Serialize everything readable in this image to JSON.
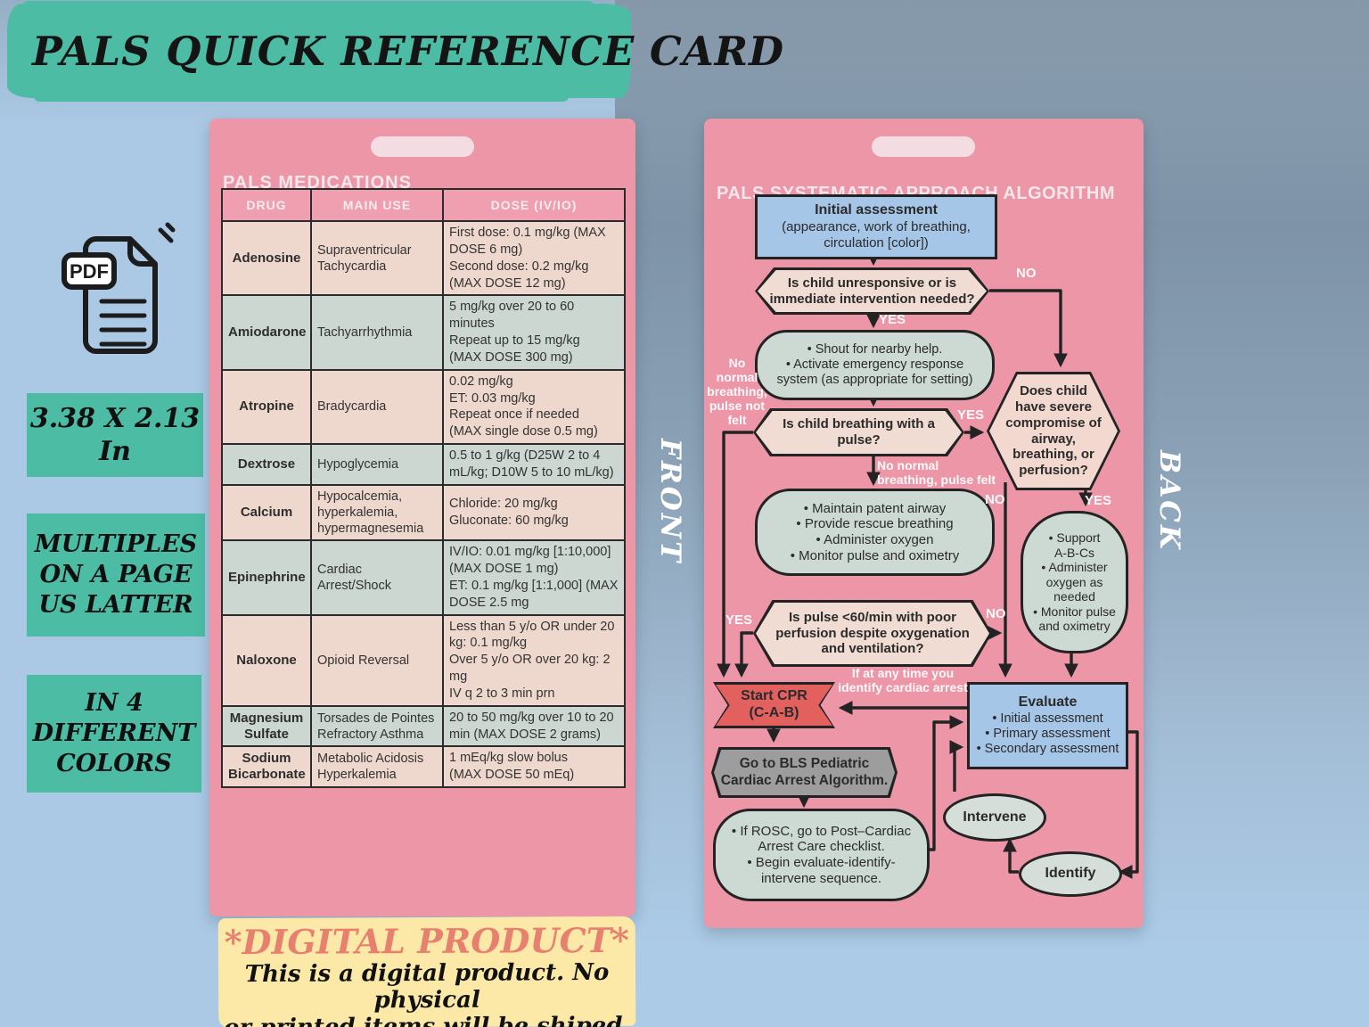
{
  "banner": {
    "title": "PALS QUICK REFERENCE CARD"
  },
  "sidebar": {
    "pdf_badge": "PDF",
    "size_label": "3.38 X 2.13 In",
    "multiples_label": "MULTIPLES\nON A PAGE\nUS LATTER",
    "colors_label": "IN 4\nDIFFERENT\nCOLORS"
  },
  "front_card": {
    "side_label": "FRONT",
    "title": "PALS MEDICATIONS",
    "table": {
      "headers": [
        "DRUG",
        "MAIN USE",
        "DOSE (IV/IO)"
      ],
      "rows": [
        {
          "drug": "Adenosine",
          "use": "Supraventricular Tachycardia",
          "dose": "First dose: 0.1 mg/kg (MAX DOSE 6 mg)\nSecond dose: 0.2 mg/kg (MAX DOSE 12 mg)"
        },
        {
          "drug": "Amiodarone",
          "use": "Tachyarrhythmia",
          "dose": "5 mg/kg over 20 to 60 minutes\nRepeat up to 15 mg/kg\n(MAX DOSE 300 mg)"
        },
        {
          "drug": "Atropine",
          "use": "Bradycardia",
          "dose": "0.02 mg/kg\nET: 0.03 mg/kg\nRepeat once if needed\n(MAX single dose 0.5 mg)"
        },
        {
          "drug": "Dextrose",
          "use": "Hypoglycemia",
          "dose": "0.5 to 1 g/kg  (D25W 2 to 4 mL/kg; D10W 5 to 10 mL/kg)"
        },
        {
          "drug": "Calcium",
          "use": "Hypocalcemia, hyperkalemia, hypermagnesemia",
          "dose": "Chloride: 20 mg/kg\nGluconate: 60 mg/kg"
        },
        {
          "drug": "Epinephrine",
          "use": "Cardiac Arrest/Shock",
          "dose": "IV/IO: 0.01 mg/kg [1:10,000] (MAX DOSE 1 mg)\nET: 0.1 mg/kg [1:1,000] (MAX DOSE 2.5 mg"
        },
        {
          "drug": "Naloxone",
          "use": "Opioid Reversal",
          "dose": "Less than 5 y/o OR under 20 kg: 0.1 mg/kg\nOver 5 y/o OR over 20 kg: 2 mg\nIV q 2 to 3 min prn"
        },
        {
          "drug": "Magnesium Sulfate",
          "use": "Torsades de Pointes Refractory Asthma",
          "dose": "20 to 50 mg/kg over 10 to 20 min (MAX DOSE 2 grams)"
        },
        {
          "drug": "Sodium Bicarbonate",
          "use": "Metabolic Acidosis Hyperkalemia",
          "dose": "1 mEq/kg slow bolus\n(MAX DOSE 50 mEq)"
        }
      ]
    }
  },
  "back_card": {
    "side_label": "BACK",
    "title": "PALS SYSTEMATIC APPROACH ALGORITHM",
    "nodes": {
      "initial_title": "Initial assessment",
      "initial_body": "(appearance, work of breathing,\ncirculation [color])",
      "unresponsive_q": "Is child unresponsive or is\nimmediate intervention needed?",
      "shout": "• Shout for nearby help.\n• Activate emergency response\nsystem (as appropriate for setting)",
      "breathing_q": "Is child breathing with a\npulse?",
      "maintain": "• Maintain patent airway\n• Provide rescue breathing\n• Administer oxygen\n• Monitor pulse and oximetry",
      "pulse_q": "Is pulse <60/min with poor\nperfusion despite oxygenation\nand ventilation?",
      "compromise_q": "Does child\nhave severe\ncompromise of\nairway,\nbreathing, or\nperfusion?",
      "support": "• Support\nA-B-Cs\n• Administer\noxygen as\nneeded\n• Monitor pulse\nand oximetry",
      "start_cpr": "Start CPR\n(C-A-B)",
      "bls": "Go to BLS Pediatric\nCardiac Arrest Algorithm.",
      "rosc": "• If ROSC, go to Post–Cardiac\nArrest Care checklist.\n• Begin evaluate-identify-\nintervene sequence.",
      "evaluate_title": "Evaluate",
      "evaluate_body": "• Initial assessment\n• Primary assessment\n• Secondary assessment",
      "intervene": "Intervene",
      "identify": "Identify"
    },
    "labels": {
      "no_top": "NO",
      "yes_top": "YES",
      "no_breath_left": "No\nnormal\nbreathing,\npulse not\nfelt",
      "yes_breathing": "YES",
      "no_breath_mid": "No normal\nbreathing, pulse felt",
      "no_compromise": "NO",
      "yes_compromise": "YES",
      "yes_pulse": "YES",
      "no_pulse": "NO",
      "anytime": "If at any time you\nidentify cardiac arrest"
    }
  },
  "footer": {
    "heading": "*DIGITAL PRODUCT*",
    "body": "This is a digital product. No physical\nor printed items will be shiped."
  },
  "colors": {
    "teal": "#4cbda4",
    "card_pink": "#ec96a8",
    "header_pink": "#ef9fb0",
    "cream_row": "#eed8cd",
    "sage_row": "#cbd7d0",
    "blue_node": "#a6c6e8",
    "red_banner": "#e2605e",
    "gray_node": "#9d9d9d",
    "yellow": "#fce9a7",
    "salmon_text": "#e8806f",
    "background_blue": "#abc9e4"
  }
}
